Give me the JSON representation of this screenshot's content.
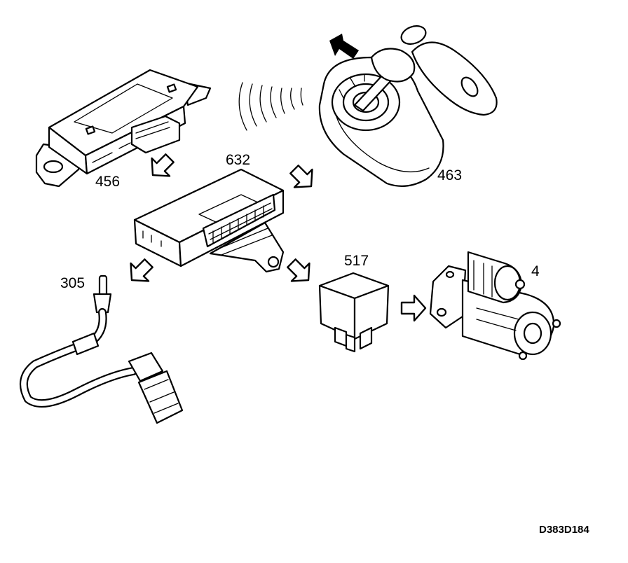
{
  "labels": {
    "wireless_module": "456",
    "ignition_switch": "463",
    "control_module": "632",
    "temperature_sensor": "305",
    "starter_relay": "517",
    "starter_motor": "4"
  },
  "figure_code": "D383D184",
  "icons": {
    "arrows": "hollow-block-arrow",
    "signal": "radio-wave-arcs"
  }
}
